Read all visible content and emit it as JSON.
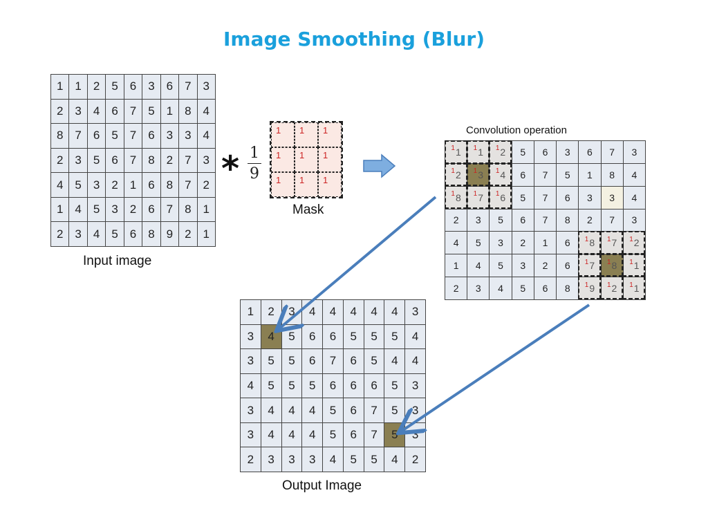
{
  "title": "Image Smoothing (Blur)",
  "input_label": "Input image",
  "mask_label": "Mask",
  "convolution_label": "Convolution operation",
  "output_label": "Output Image",
  "operator_symbol": "*",
  "fraction": {
    "numerator": "1",
    "denominator": "9"
  },
  "mask_values": [
    "1",
    "1",
    "1",
    "1",
    "1",
    "1",
    "1",
    "1",
    "1"
  ],
  "colors": {
    "title": "#1aa0dc",
    "cell": "#e6ebf2",
    "highlight": "#8a7f52",
    "arrow": "#4a7ebb",
    "mask_text": "#cc2222"
  },
  "input_image": [
    [
      1,
      1,
      2,
      5,
      6,
      3,
      6,
      7,
      3
    ],
    [
      2,
      3,
      4,
      6,
      7,
      5,
      1,
      8,
      4
    ],
    [
      8,
      7,
      6,
      5,
      7,
      6,
      3,
      3,
      4
    ],
    [
      2,
      3,
      5,
      6,
      7,
      8,
      2,
      7,
      3
    ],
    [
      4,
      5,
      3,
      2,
      1,
      6,
      8,
      7,
      2
    ],
    [
      1,
      4,
      5,
      3,
      2,
      6,
      7,
      8,
      1
    ],
    [
      2,
      3,
      4,
      5,
      6,
      8,
      9,
      2,
      1
    ]
  ],
  "output_image": [
    [
      1,
      2,
      3,
      4,
      4,
      4,
      4,
      4,
      3
    ],
    [
      3,
      4,
      5,
      6,
      6,
      5,
      5,
      5,
      4
    ],
    [
      3,
      5,
      5,
      6,
      7,
      6,
      5,
      4,
      4
    ],
    [
      4,
      5,
      5,
      5,
      6,
      6,
      6,
      5,
      3
    ],
    [
      3,
      4,
      4,
      4,
      5,
      6,
      7,
      5,
      3
    ],
    [
      3,
      4,
      4,
      4,
      5,
      6,
      7,
      5,
      3
    ],
    [
      2,
      3,
      3,
      3,
      4,
      5,
      5,
      4,
      2
    ]
  ],
  "output_highlights": [
    [
      1,
      1
    ],
    [
      5,
      7
    ]
  ],
  "conv_windows": [
    {
      "rows": [
        0,
        2
      ],
      "cols": [
        0,
        2
      ],
      "center": [
        1,
        1
      ]
    },
    {
      "rows": [
        4,
        6
      ],
      "cols": [
        6,
        8
      ],
      "center": [
        5,
        7
      ]
    }
  ],
  "conv_light_cell": [
    2,
    7
  ]
}
